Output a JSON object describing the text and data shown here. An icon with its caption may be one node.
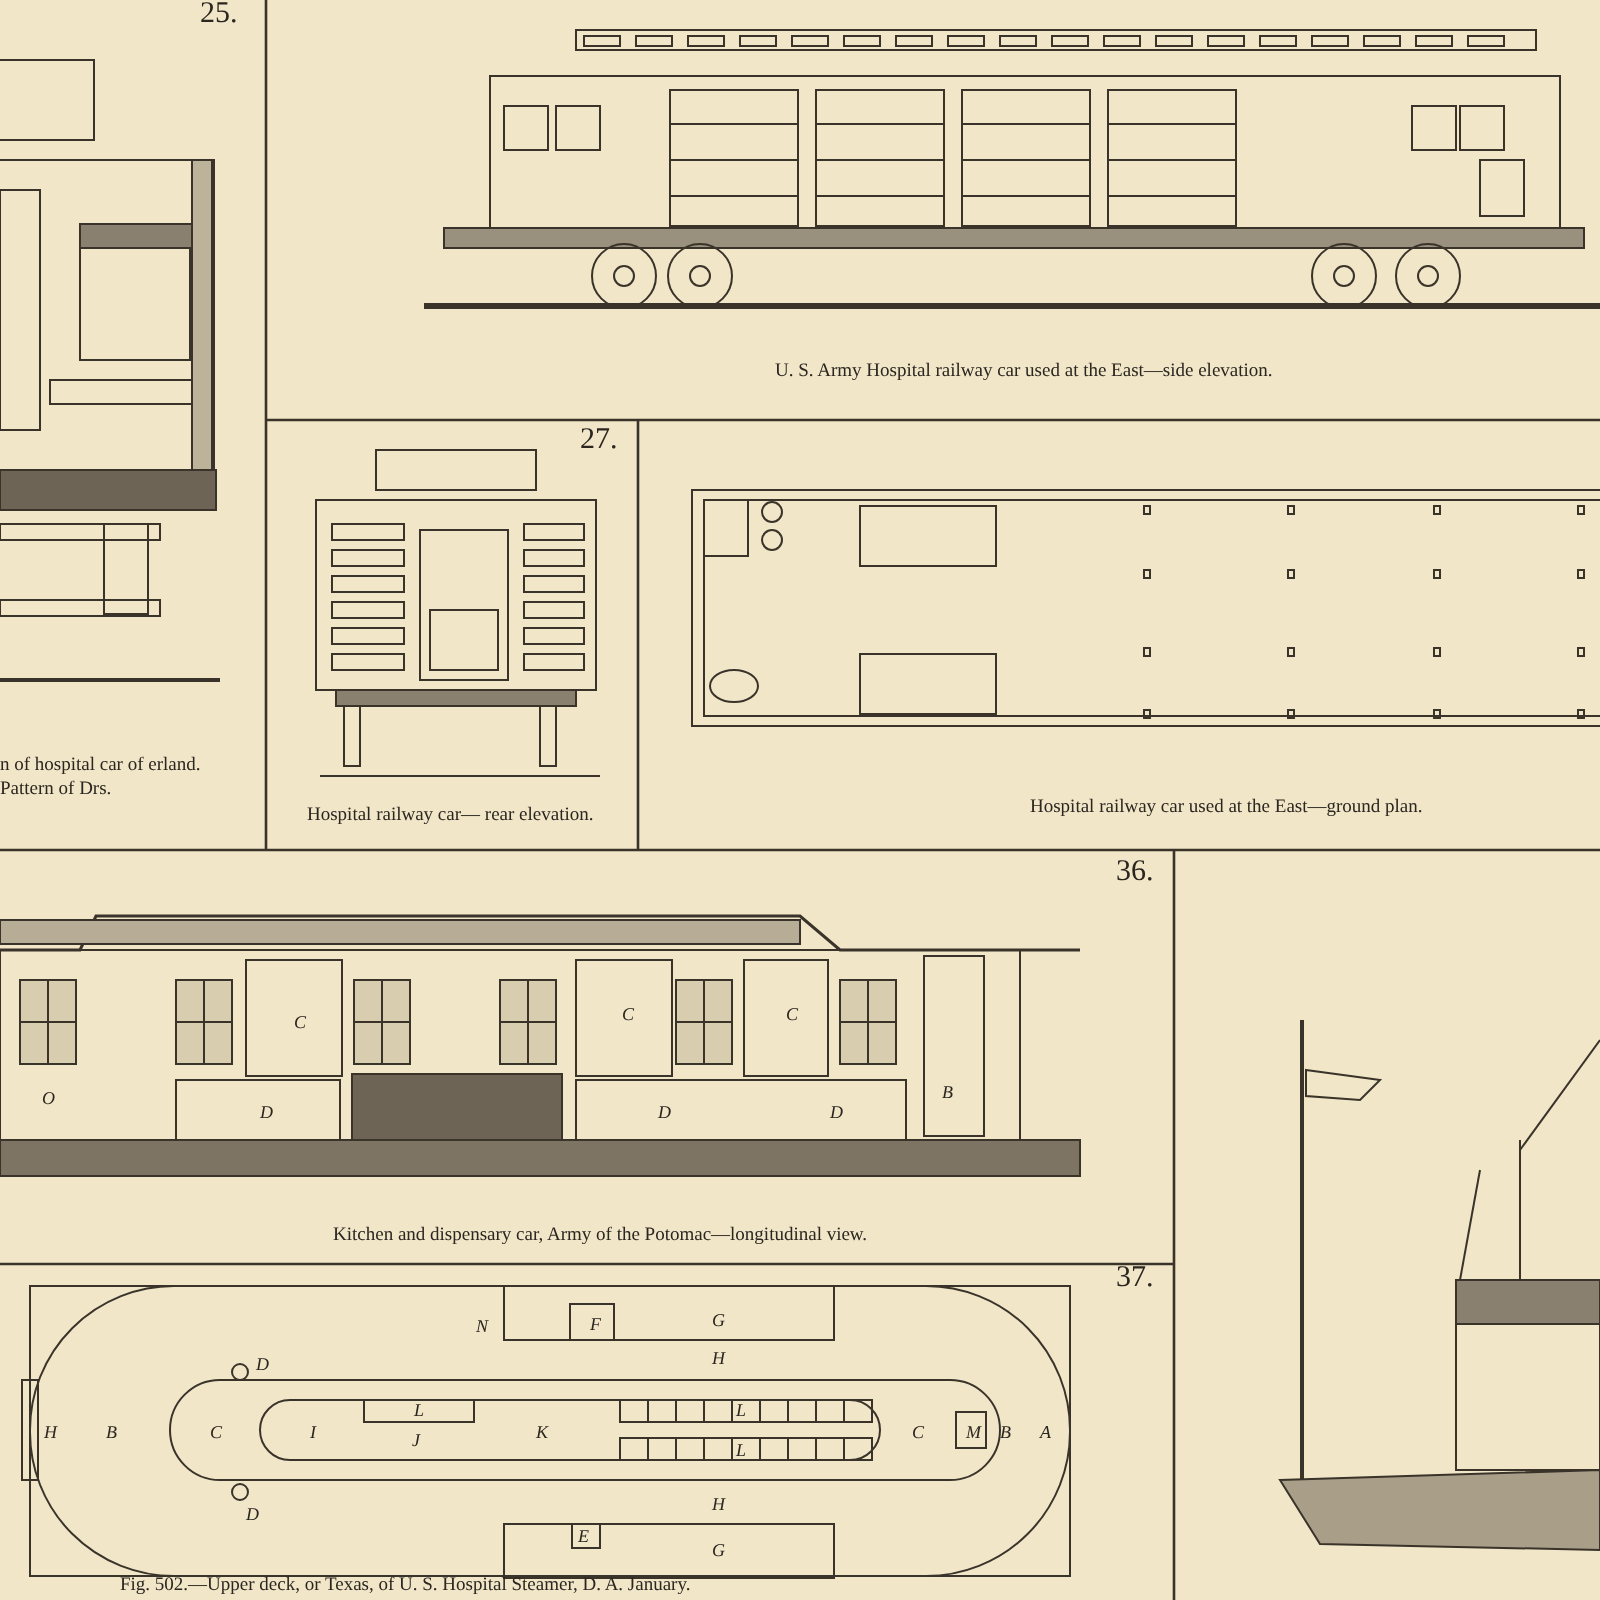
{
  "diagram": {
    "labels": [
      "25.",
      "U. S. Army Hospital railway car used at the East—side elevation.",
      "27.",
      "n of hospital car of erland. Pattern of Drs.",
      "Hospital railway car— rear elevation.",
      "Hospital railway car used at the East—ground plan.",
      "36.",
      "C",
      "C",
      "C",
      "O",
      "D",
      "D",
      "D",
      "B",
      "Kitchen and dispensary car, Army of the Potomac—longitudinal view.",
      "37.",
      "N",
      "F",
      "G",
      "H",
      "D",
      "L",
      "L",
      "H",
      "B",
      "C",
      "I",
      "J",
      "K",
      "C",
      "M",
      "B",
      "A",
      "L",
      "H",
      "D",
      "E",
      "G",
      "Fig. 502.—Upper deck, or Texas, of U. S. Hospital Steamer, D. A. January."
    ]
  }
}
